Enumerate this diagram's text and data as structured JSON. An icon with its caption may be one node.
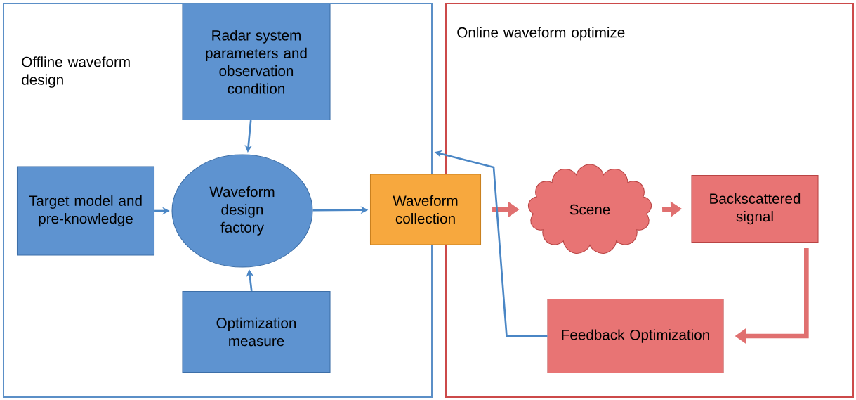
{
  "diagram": {
    "nodes": [
      {
        "text": [
          "Offline waveform design"
        ]
      },
      {
        "text": [
          "Radar system parameters and observation condition"
        ],
        "in": 0
      },
      {
        "text": [
          "Target model and pre-knowledge"
        ],
        "in": 0
      },
      {
        "text": [
          "Waveform design factory"
        ],
        "in": 0
      },
      {
        "text": [
          "Optimization measure"
        ],
        "in": 0
      },
      {
        "text": [
          "Online waveform optimize"
        ]
      },
      {
        "text": [
          "Waveform collection"
        ]
      },
      {
        "text": [
          "Scene"
        ],
        "in": 5
      },
      {
        "text": [
          "Backscattered signal"
        ],
        "in": 5
      },
      {
        "text": [
          "Feedback Optimization"
        ],
        "in": 5
      }
    ],
    "edges": [
      {
        "from": 1,
        "to": 3,
        "arrow": "to"
      },
      {
        "from": 2,
        "to": 3,
        "arrow": "to"
      },
      {
        "from": 4,
        "to": 3,
        "arrow": "to"
      },
      {
        "from": 3,
        "to": 6,
        "arrow": "to"
      },
      {
        "from": 6,
        "to": 7,
        "arrow": "to",
        "style": "thick",
        "color": "#e07070"
      },
      {
        "from": 7,
        "to": 8,
        "arrow": "to",
        "style": "thick",
        "color": "#e07070"
      },
      {
        "from": 8,
        "to": 9,
        "arrow": "to",
        "style": "thick",
        "color": "#e07070"
      },
      {
        "from": 9,
        "to": 0,
        "arrow": "to"
      }
    ]
  }
}
